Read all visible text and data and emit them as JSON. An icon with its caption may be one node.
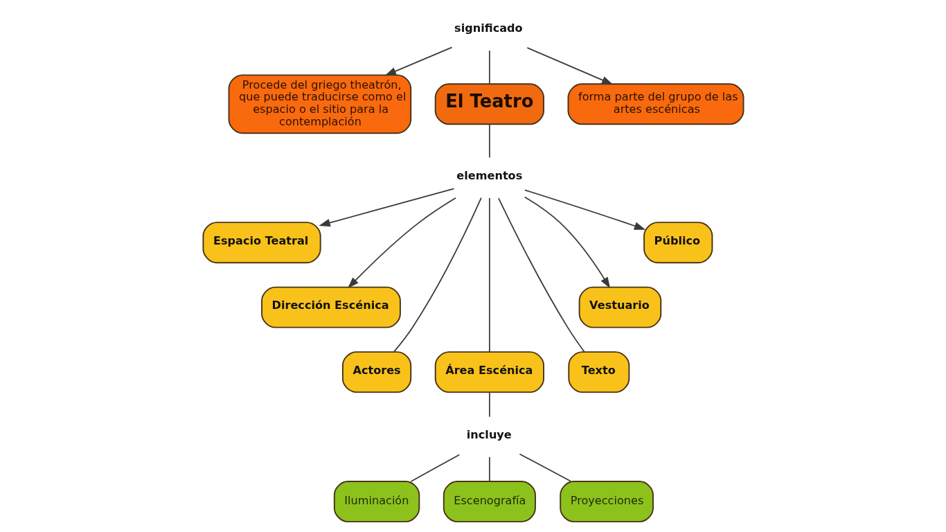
{
  "diagram": {
    "nodes": [
      {
        "text": [
          "Procede del griego theatrón, que puede traducirse como el espacio o el sitio para la contemplación"
        ]
      },
      {
        "text": [
          "forma parte del grupo de las artes escénicas"
        ]
      },
      {
        "text": [
          "significado"
        ]
      },
      {
        "text": [
          "El Teatro"
        ]
      },
      {
        "text": [
          "Espacio Teatral"
        ]
      },
      {
        "text": [
          "Público"
        ]
      },
      {
        "text": [
          "elementos"
        ]
      },
      {
        "text": [
          "Dirección Escénica"
        ]
      },
      {
        "text": [
          "Vestuario"
        ]
      },
      {
        "text": [
          "Actores"
        ]
      },
      {
        "text": [
          "Texto"
        ]
      },
      {
        "text": [
          "Área Escénica"
        ]
      },
      {
        "text": [
          "incluye"
        ]
      },
      {
        "text": [
          "Iluminación"
        ]
      },
      {
        "text": [
          "Proyecciones"
        ]
      },
      {
        "text": [
          "Escenografía"
        ]
      }
    ],
    "edges": [
      {
        "from": 2,
        "to": 0,
        "arrow": "to"
      },
      {
        "from": 2,
        "to": 1,
        "arrow": "to"
      },
      {
        "from": 2,
        "to": 3,
        "arrow": "none"
      },
      {
        "from": 3,
        "to": 6,
        "arrow": "none"
      },
      {
        "from": 6,
        "to": 4,
        "arrow": "to"
      },
      {
        "from": 6,
        "to": 7,
        "arrow": "to"
      },
      {
        "from": 6,
        "to": 9,
        "arrow": "none"
      },
      {
        "from": 6,
        "to": 11,
        "arrow": "none"
      },
      {
        "from": 6,
        "to": 10,
        "arrow": "none"
      },
      {
        "from": 6,
        "to": 8,
        "arrow": "to"
      },
      {
        "from": 6,
        "to": 5,
        "arrow": "to"
      },
      {
        "from": 11,
        "to": 12,
        "arrow": "none"
      },
      {
        "from": 12,
        "to": 13,
        "arrow": "none"
      },
      {
        "from": 12,
        "to": 15,
        "arrow": "none"
      },
      {
        "from": 12,
        "to": 14,
        "arrow": "none"
      }
    ]
  }
}
